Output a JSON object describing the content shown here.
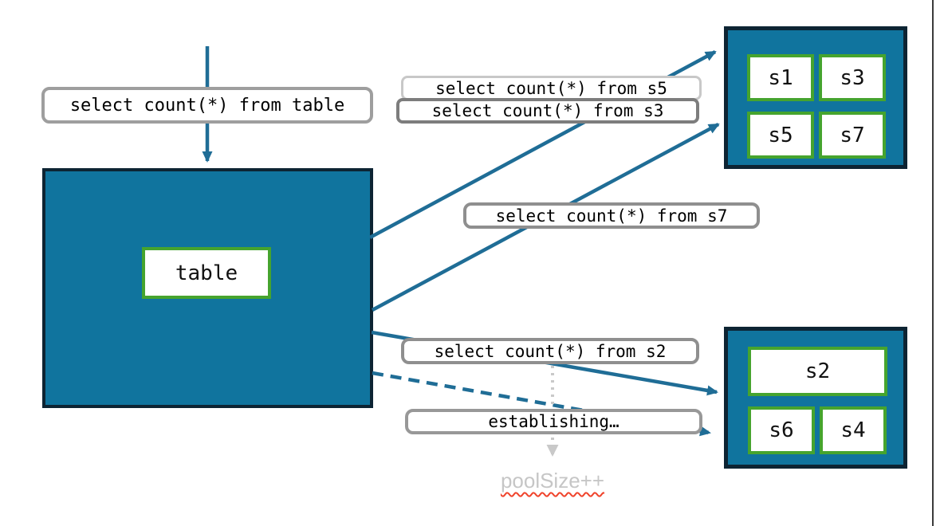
{
  "table_box": {
    "label": "table"
  },
  "shard_groups": {
    "top": {
      "shards": [
        "s1",
        "s3",
        "s5",
        "s7"
      ]
    },
    "bottom": {
      "shards": [
        "s2",
        "s6",
        "s4"
      ]
    }
  },
  "labels": {
    "query_table": "select count(*) from table",
    "query_s5": "select count(*) from s5",
    "query_s3": "select count(*) from s3",
    "query_s7": "select count(*) from s7",
    "query_s2": "select count(*) from s2",
    "establishing": "establishing…",
    "pool_size": "poolSize++"
  },
  "palette": {
    "node_fill_teal": "#10749E",
    "node_border_dark": "#0D2433",
    "cell_border_green": "#46A42E",
    "arrow_teal": "#1F6D96",
    "label_border_gray": "#9E9E9E",
    "label_border_light_gray": "#C8C8C8",
    "label_border_dark_gray": "#7D7D7D",
    "dotted_arrow_gray": "#C9C9C9",
    "pool_size_text_gray": "#C6C6C6",
    "squiggle_red": "#F0442C",
    "page_edge_dark": "#3A3A3A"
  }
}
